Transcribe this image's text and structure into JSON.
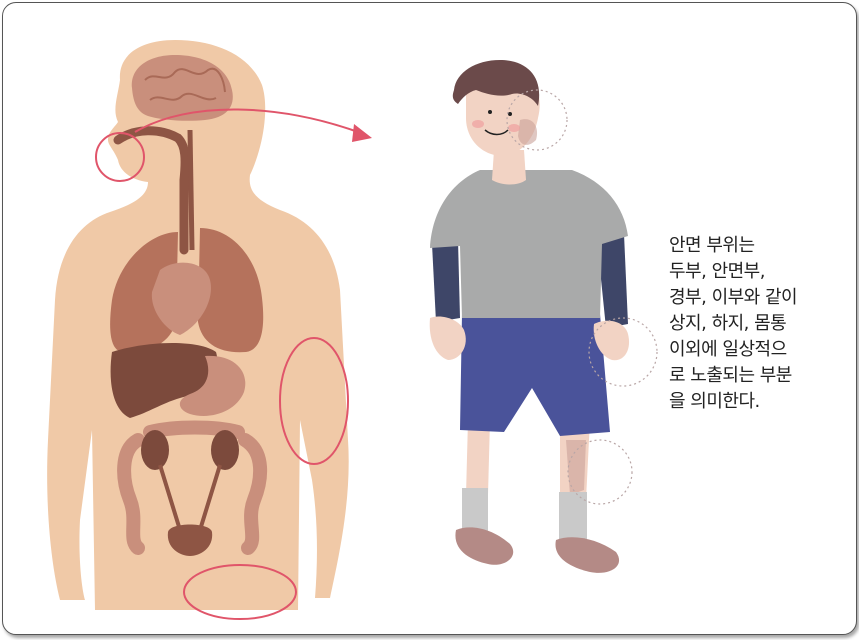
{
  "caption": {
    "lines": [
      "안면 부위는",
      "두부, 안면부,",
      "경부, 이부와 같이",
      "상지, 하지, 몸통",
      "이외에 일상적으",
      "로 노출되는 부분",
      "을 의미한다."
    ]
  },
  "colors": {
    "skin": "#f0c9a7",
    "organ": "#b5725c",
    "organ_dark": "#8e5544",
    "highlight_ring": "#e0556a",
    "shirt": "#a9aaaa",
    "sleeve": "#3e4668",
    "shorts": "#4a539a",
    "hair": "#6b4a4a",
    "shoe": "#b48a86"
  },
  "icons": [
    "anatomy-figure",
    "boy-figure",
    "arrow-right"
  ]
}
